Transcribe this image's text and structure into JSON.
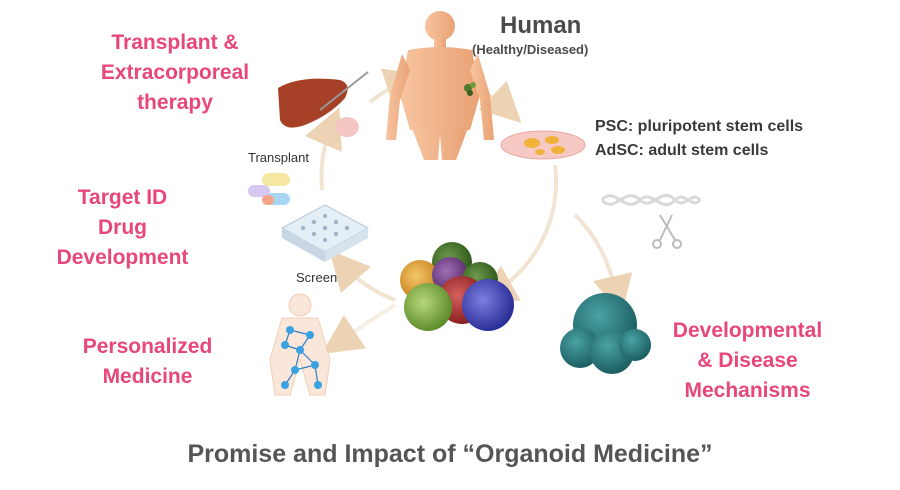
{
  "title": "Promise and Impact of “Organoid Medicine”",
  "human": {
    "label": "Human",
    "sublabel": "(Healthy/Diseased)"
  },
  "stem_cells": {
    "psc": "PSC: pluripotent stem cells",
    "adsc": "AdSC: adult stem cells"
  },
  "applications": {
    "transplant": [
      "Transplant &",
      "Extracorporeal",
      "therapy"
    ],
    "target_id": [
      "Target ID",
      "Drug",
      "Development"
    ],
    "personalized": [
      "Personalized",
      "Medicine"
    ],
    "developmental": [
      "Developmental",
      "& Disease",
      "Mechanisms"
    ]
  },
  "cycle_labels": {
    "transplant": "Transplant",
    "screen": "Screen"
  },
  "icons": [
    "human-body-icon",
    "cell-dish-icon",
    "dna-scissors-icon",
    "organoid-cluster-icon",
    "disease-organoid-icon",
    "liver-icon",
    "capsules-icon",
    "well-plate-icon",
    "network-body-icon"
  ],
  "colors": {
    "accent_pink": "#e8477a",
    "title_gray": "#4a4a4a",
    "arrow": "#f2e2cc"
  }
}
